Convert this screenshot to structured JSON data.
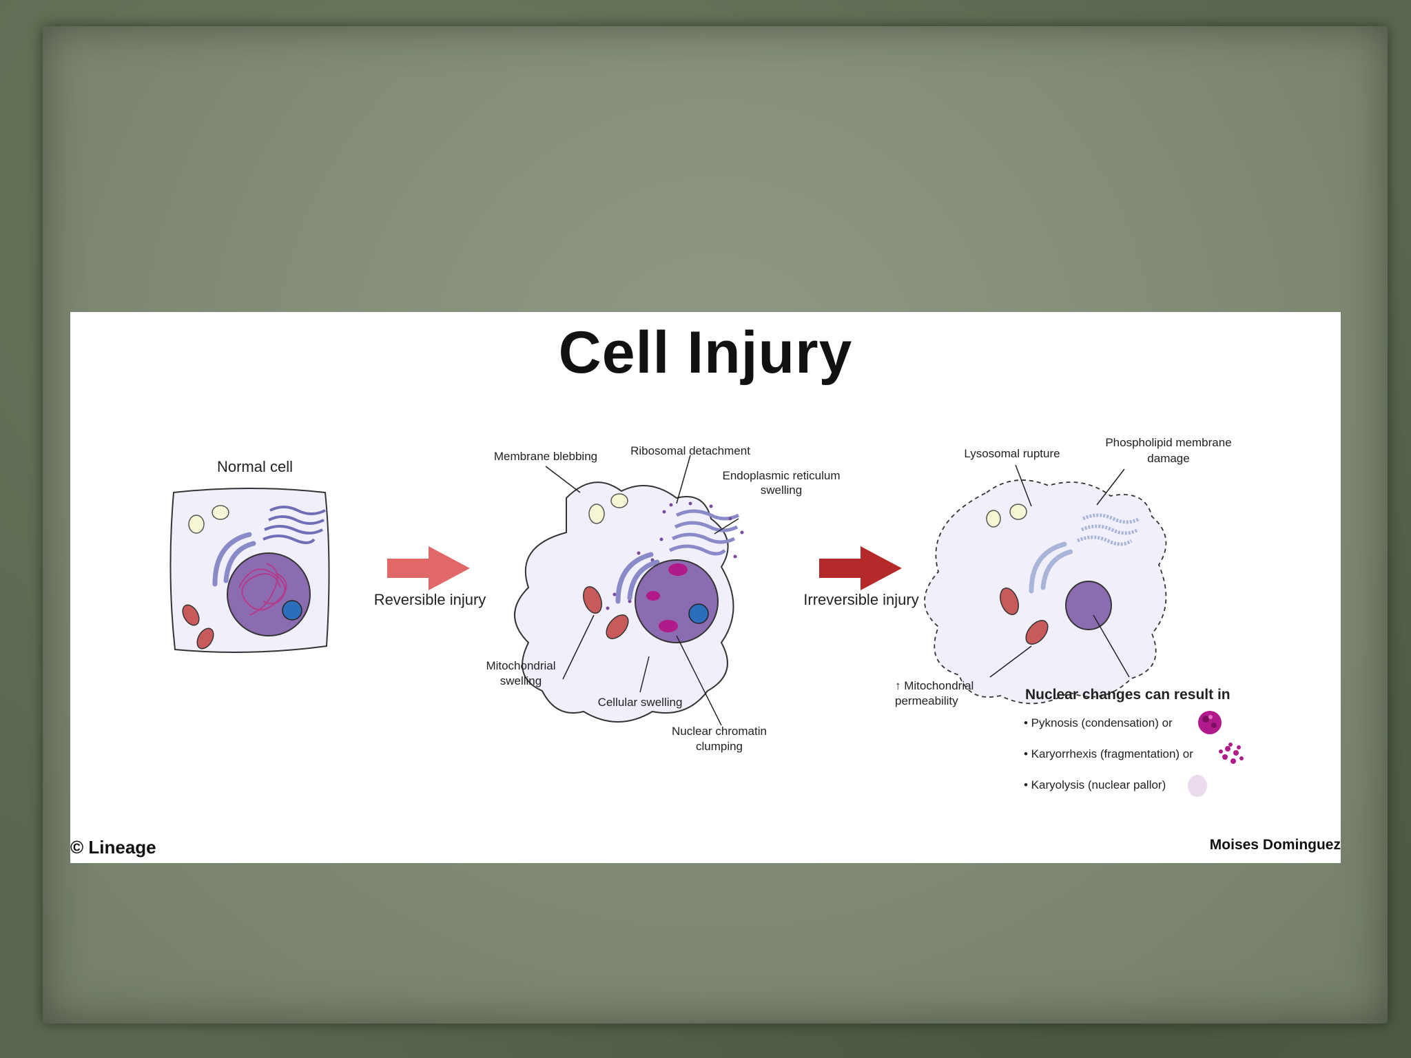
{
  "title": "Cell Injury",
  "stages": {
    "normal": "Normal cell",
    "reversible": "Reversible injury",
    "irreversible": "Irreversible injury"
  },
  "labels": {
    "membrane_blebbing": "Membrane blebbing",
    "ribosomal_detachment": "Ribosomal detachment",
    "er_swelling_1": "Endoplasmic reticulum",
    "er_swelling_2": "swelling",
    "mito_swelling_1": "Mitochondrial",
    "mito_swelling_2": "swelling",
    "cellular_swelling": "Cellular swelling",
    "chromatin_1": "Nuclear chromatin",
    "chromatin_2": "clumping",
    "lysosomal_rupture": "Lysosomal rupture",
    "phospholipid_1": "Phospholipid membrane",
    "phospholipid_2": "damage",
    "mito_perm_1": "↑ Mitochondrial",
    "mito_perm_2": "permeability"
  },
  "nuclear_changes": {
    "heading": "Nuclear changes can result in",
    "items": [
      "• Pyknosis (condensation) or",
      "• Karyorrhexis (fragmentation) or",
      "• Karyolysis (nuclear pallor)"
    ]
  },
  "credits": {
    "left": "© Lineage",
    "right": "Moises Dominguez"
  },
  "colors": {
    "arrow_reversible": "#e06868",
    "arrow_irreversible": "#b42a2a",
    "nucleus": "#8c6cb0",
    "nucleolus": "#2a6ebc",
    "mitochondria": "#c85a5a",
    "cytoplasm": "#f1f0fa"
  }
}
